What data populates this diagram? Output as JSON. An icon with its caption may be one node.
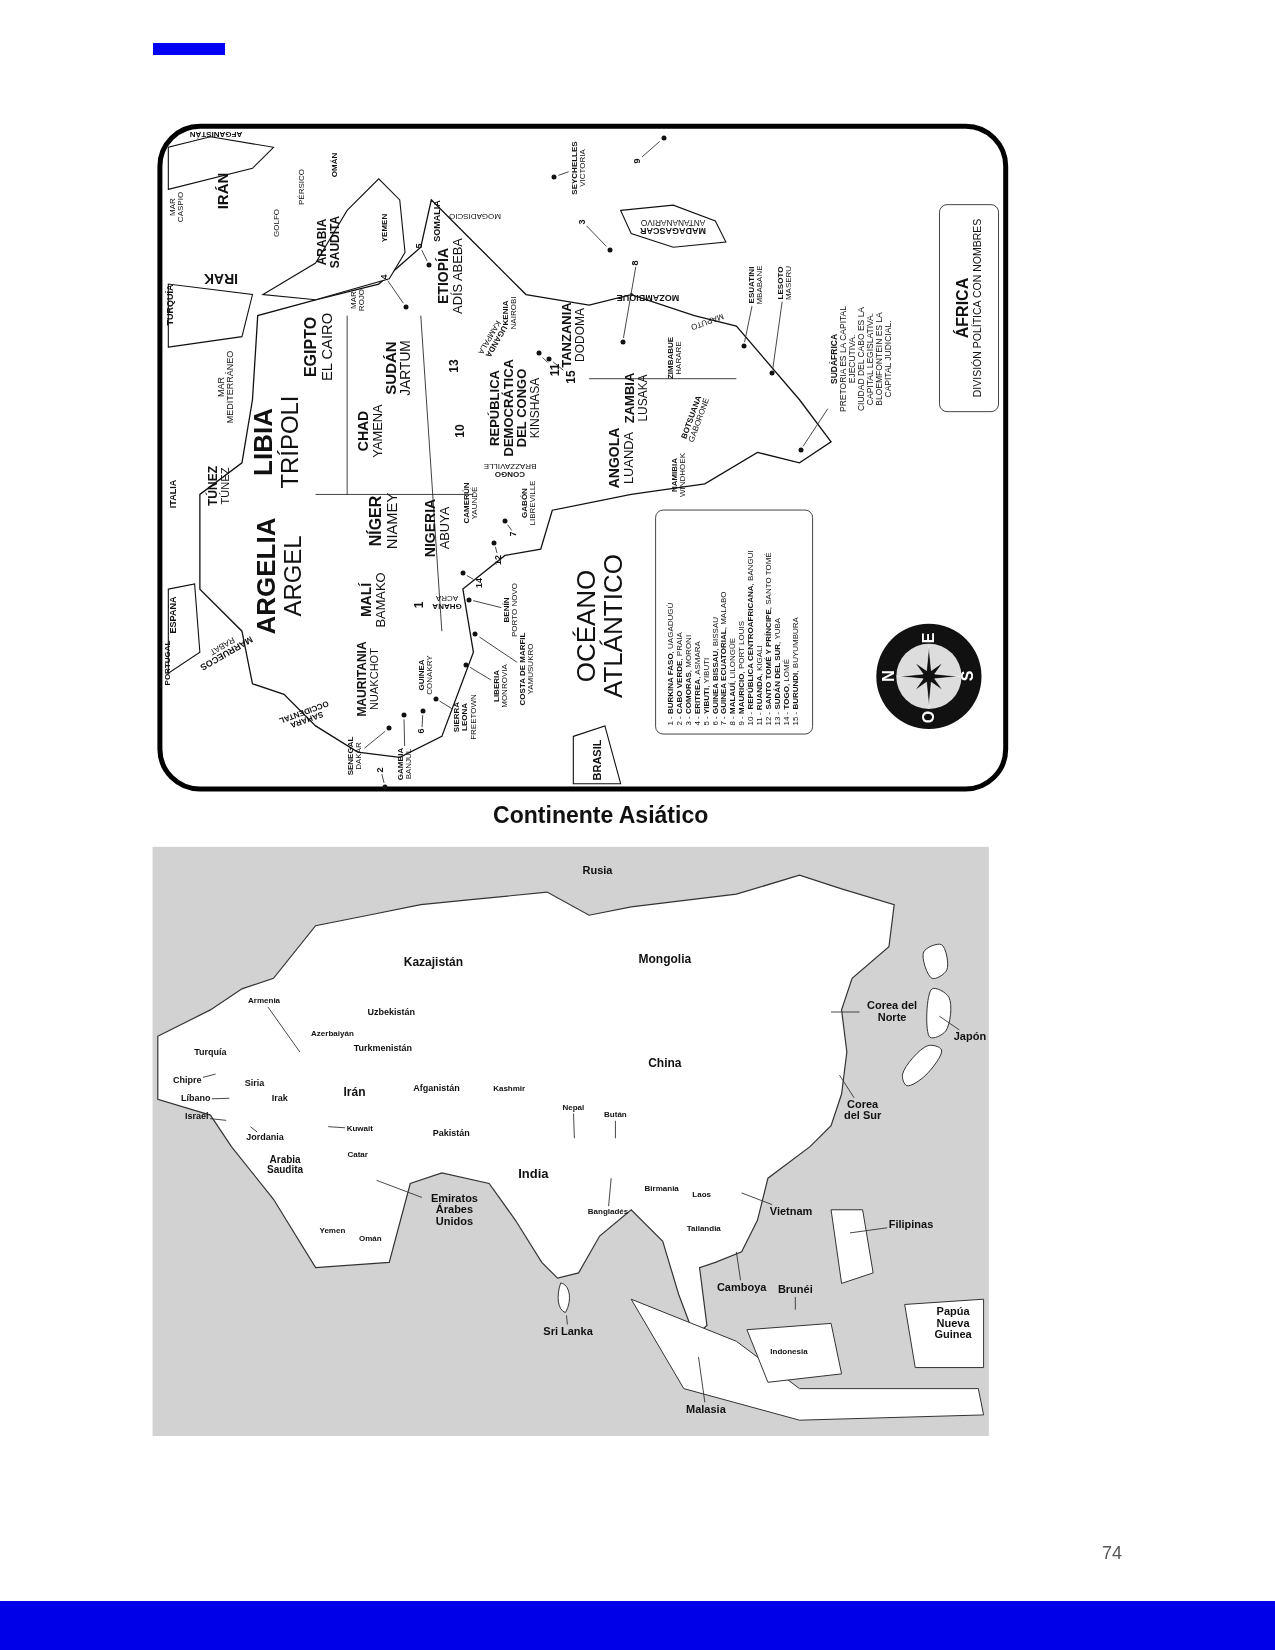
{
  "diagram": {
    "nodes": [
      {
        "text": [
          "1 - **BURKINA FASO**, UAGADUGÚ",
          "2 - **CABO VERDE**, PRAIA",
          "3 - **COMORAS**, MORONI",
          "4 - **ERITREA**, ASMARA",
          "5 - **YIBUTI**, YIBUTI",
          "6 - **GUINEA BISSAU**, BISSAU",
          "7 - **GUINEA ECUATORIAL**, MALABO",
          "8 - **MALAUÍ**, LILONGÜE",
          "9 - **MAURICIO**, PORT LOUIS",
          "10 - **REPÚBLICA CENTROAFRICANA**, BANGUI",
          "11 - **RUANDA**, KIGALI",
          "12 - **SANTO TOMÉ Y PRÍNCIPE**, SANTO TOMÉ",
          "13 - **SUDÁN DEL SUR**, YUBA",
          "14 - **TOGO**, LOMÉ",
          "15 - **BURUNDI**, BUYUMBURA"
        ]
      },
      {
        "text": [
          "ÁFRICA",
          "DIVISIÓN POLÍTICA CON NOMBRES"
        ]
      },
      {
        "text": [
          "SEYCHELLES",
          "VICTORIA"
        ]
      },
      {
        "text": [
          "9"
        ]
      },
      {
        "text": [
          "3"
        ]
      },
      {
        "text": [
          "5"
        ]
      },
      {
        "text": [
          "4"
        ]
      },
      {
        "text": [
          "8"
        ]
      },
      {
        "text": [
          "ESUATINI",
          "MBABANE"
        ]
      },
      {
        "text": [
          "LESOTO",
          "MASERU"
        ]
      },
      {
        "text": [
          "11"
        ]
      },
      {
        "text": [
          "15"
        ]
      },
      {
        "text": [
          "SUDÁFRICA",
          "PRETORIA ES LA CAPITAL EJECUTIVA.",
          "CIUDAD DEL CABO ES LA CAPITAL LEGISLATIVA.",
          "BLOEMFONTEIN ES LA CAPITAL JUDICIAL."
        ]
      },
      {
        "text": [
          "7"
        ]
      },
      {
        "text": [
          "12"
        ]
      },
      {
        "text": [
          "14"
        ]
      },
      {
        "text": [
          "BENÍN",
          "PORTO NOVO"
        ]
      },
      {
        "text": [
          "COSTA DE MARFIL",
          "YAMUSUKRO"
        ]
      },
      {
        "text": [
          "LIBERIA",
          "MONROVIA"
        ]
      },
      {
        "text": [
          "SIERRA LEONA",
          "FREETOWN"
        ]
      },
      {
        "text": [
          "6"
        ]
      },
      {
        "text": [
          "GAMBIA",
          "BANJUL"
        ]
      },
      {
        "text": [
          "2"
        ]
      },
      {
        "text": [
          "SENEGAL",
          "DAKAR"
        ]
      },
      {
        "text": [
          "Armenia"
        ]
      },
      {
        "text": [
          "Chipre"
        ]
      },
      {
        "text": [
          "Líbano"
        ]
      },
      {
        "text": [
          "Israel"
        ]
      },
      {
        "text": [
          "Jordania"
        ]
      },
      {
        "text": [
          "Kuwait"
        ]
      },
      {
        "text": [
          "Emiratos Árabes Unidos"
        ]
      },
      {
        "text": [
          "Nepal"
        ]
      },
      {
        "text": [
          "Bután"
        ]
      },
      {
        "text": [
          "Bangladés"
        ]
      },
      {
        "text": [
          "Corea del Norte"
        ]
      },
      {
        "text": [
          "Japón"
        ]
      },
      {
        "text": [
          "Corea del Sur"
        ]
      },
      {
        "text": [
          "Vietnam"
        ]
      },
      {
        "text": [
          "Filipinas"
        ]
      },
      {
        "text": [
          "Camboya"
        ]
      },
      {
        "text": [
          "Brunéi"
        ]
      },
      {
        "text": [
          "Sri Lanka"
        ]
      },
      {
        "text": [
          "Malasia"
        ]
      },
      {
        "text": [],
        "shape": "circle"
      },
      {
        "text": [],
        "shape": "circle"
      },
      {
        "text": [],
        "shape": "circle"
      },
      {
        "text": [],
        "shape": "circle"
      },
      {
        "text": [],
        "shape": "circle"
      },
      {
        "text": [],
        "shape": "circle"
      },
      {
        "text": [],
        "shape": "circle"
      },
      {
        "text": [],
        "shape": "circle"
      },
      {
        "text": [],
        "shape": "circle"
      },
      {
        "text": [],
        "shape": "circle"
      },
      {
        "text": [],
        "shape": "circle"
      },
      {
        "text": [],
        "shape": "circle"
      },
      {
        "text": [],
        "shape": "circle"
      },
      {
        "text": [],
        "shape": "circle"
      },
      {
        "text": [],
        "shape": "circle"
      },
      {
        "text": [],
        "shape": "circle"
      },
      {
        "text": [],
        "shape": "circle"
      },
      {
        "text": [],
        "shape": "circle"
      },
      {
        "text": [],
        "shape": "circle"
      },
      {
        "text": [],
        "shape": "circle"
      },
      {
        "text": [],
        "shape": "circle"
      },
      {
        "text": [],
        "shape": "circle"
      },
      {
        "text": [],
        "shape": "picture"
      }
    ],
    "edges": [
      {
        "from": 2,
        "to": 43,
        "arrow": "none"
      },
      {
        "from": 3,
        "to": 44,
        "arrow": "none"
      },
      {
        "from": 4,
        "to": 45,
        "arrow": "none"
      },
      {
        "from": 5,
        "to": 46,
        "arrow": "none"
      },
      {
        "from": 6,
        "to": 47,
        "arrow": "none"
      },
      {
        "from": 7,
        "to": 48,
        "arrow": "none"
      },
      {
        "from": 8,
        "to": 49,
        "arrow": "none"
      },
      {
        "from": 9,
        "to": 50,
        "arrow": "none"
      },
      {
        "from": 10,
        "to": 51,
        "arrow": "none"
      },
      {
        "from": 11,
        "to": 52,
        "arrow": "none"
      },
      {
        "from": 12,
        "to": 53,
        "arrow": "none"
      },
      {
        "from": 13,
        "to": 54,
        "arrow": "none"
      },
      {
        "from": 14,
        "to": 55,
        "arrow": "none"
      },
      {
        "from": 15,
        "to": 56,
        "arrow": "none"
      },
      {
        "from": 16,
        "to": 57,
        "arrow": "none"
      },
      {
        "from": 17,
        "to": 58,
        "arrow": "none"
      },
      {
        "from": 18,
        "to": 59,
        "arrow": "none"
      },
      {
        "from": 19,
        "to": 60,
        "arrow": "none"
      },
      {
        "from": 20,
        "to": 61,
        "arrow": "none"
      },
      {
        "from": 21,
        "to": 62,
        "arrow": "none"
      },
      {
        "from": 22,
        "to": 63,
        "arrow": "none"
      },
      {
        "from": 23,
        "to": 64,
        "arrow": "none"
      },
      {
        "from": 24,
        "to": null,
        "arrow": "none"
      },
      {
        "from": 25,
        "to": null,
        "arrow": "none"
      },
      {
        "from": 26,
        "to": null,
        "arrow": "none"
      },
      {
        "from": 27,
        "to": null,
        "arrow": "none"
      },
      {
        "from": 28,
        "to": null,
        "arrow": "none"
      },
      {
        "from": 29,
        "to": null,
        "arrow": "none"
      },
      {
        "from": 30,
        "to": null,
        "arrow": "none"
      },
      {
        "from": 31,
        "to": null,
        "arrow": "none"
      },
      {
        "from": 32,
        "to": null,
        "arrow": "none"
      },
      {
        "from": 33,
        "to": null,
        "arrow": "none"
      },
      {
        "from": 34,
        "to": null,
        "arrow": "none"
      },
      {
        "from": 35,
        "to": null,
        "arrow": "none"
      },
      {
        "from": 36,
        "to": null,
        "arrow": "none"
      },
      {
        "from": 37,
        "to": null,
        "arrow": "none"
      },
      {
        "from": 38,
        "to": null,
        "arrow": "none"
      },
      {
        "from": 39,
        "to": null,
        "arrow": "none"
      },
      {
        "from": 40,
        "to": null,
        "arrow": "none"
      },
      {
        "from": 41,
        "to": 65,
        "arrow": "none"
      },
      {
        "from": 42,
        "to": null,
        "arrow": "none"
      }
    ],
    "labels": [
      "AFGANISTÁN",
      "IRÁN",
      "MAR CASPIO",
      "GOLFO",
      "PÉRSICO",
      "OMÁN",
      "ARABIA SAUDITA",
      "YEMEN",
      "IRAK",
      "TURQUÍA",
      "MAR ROJO",
      "SOMALIA",
      "MOGADISCIO",
      "ETIOPÍA",
      "ADÍS ABEBA",
      "EGIPTO",
      "EL CAIRO",
      "MAR MEDITERRÁNEO",
      "SUDÁN",
      "JARTUM",
      "13",
      "KENIA",
      "NAIROBI",
      "KAMPALA",
      "UGANDA",
      "TANZANIA",
      "DODOMA",
      "ANTANANARIVO",
      "MADAGASCAR",
      "MOZAMBIQUE",
      "MAPUTO",
      "LIBIA",
      "TRÍPOLI",
      "ITALIA",
      "TÚNEZ",
      "TÚNEZ",
      "CHAD",
      "YAMENA",
      "10",
      "REPÚBLICA DEMOCRÁTICA DEL CONGO",
      "KINSHASA",
      "ZAMBIA",
      "LUSAKA",
      "ZIMBABUE",
      "HARARE",
      "BOTSUANA",
      "GABORONE",
      "BRAZZAVILLE",
      "CONGO",
      "ANGOLA",
      "LUANDA",
      "NAMIBIA",
      "WINDHOEK",
      "NÍGER",
      "NIAMEY",
      "NIGERIA",
      "ABUYA",
      "CAMERÚN",
      "YAUNDÉ",
      "GABÓN",
      "LIBREVILLE",
      "ARGELIA",
      "ARGEL",
      "ESPAÑA",
      "RABAT",
      "MARRUECOS",
      "PORTUGAL",
      "MALÍ",
      "BAMAKO",
      "1",
      "ACRA",
      "GHANA",
      "OCÉANO ATLÁNTICO",
      "SAHARA OCCIDENTAL",
      "MAURITANIA",
      "NUAKCHOT",
      "GUINEA",
      "CONAKRY",
      "BRASIL",
      "N",
      "E",
      "S",
      "O",
      "Continente Asiático",
      "Rusia",
      "Kazajistán",
      "Mongolia",
      "Uzbekistán",
      "Azerbaiyán",
      "Turkmenistán",
      "Turquía",
      "Siria",
      "Irak",
      "Irán",
      "Afganistán",
      "Kashmir",
      "Pakistán",
      "China",
      "India",
      "Arabia Saudita",
      "Catar",
      "Omán",
      "Yemen",
      "Birmania",
      "Laos",
      "Tailandia",
      "Indonesia",
      "Papúa Nueva Guinea",
      "74"
    ]
  }
}
